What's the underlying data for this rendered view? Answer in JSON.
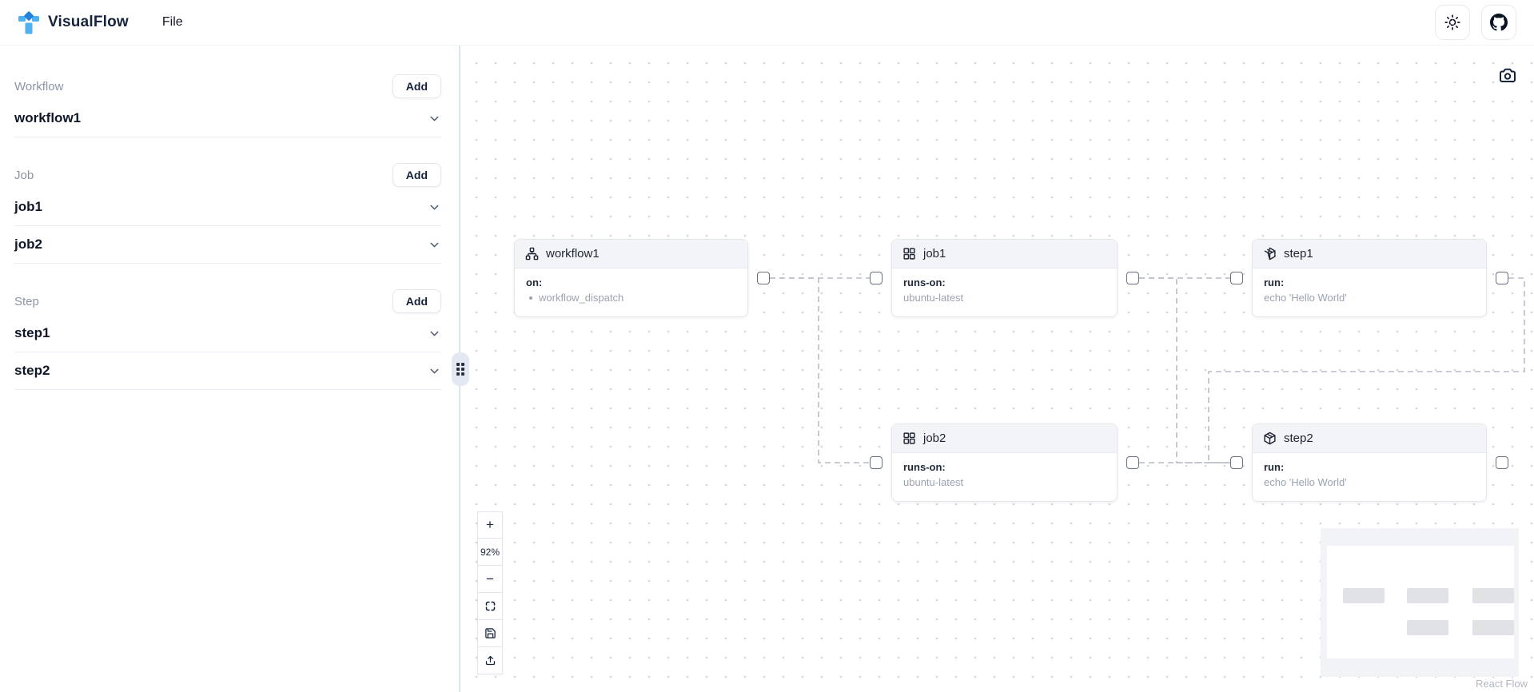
{
  "navbar": {
    "brand": "VisualFlow",
    "file_menu": "File"
  },
  "sidebar": {
    "sections": [
      {
        "label": "Workflow",
        "add_label": "Add",
        "items": [
          {
            "name": "workflow1"
          }
        ]
      },
      {
        "label": "Job",
        "add_label": "Add",
        "items": [
          {
            "name": "job1"
          },
          {
            "name": "job2"
          }
        ]
      },
      {
        "label": "Step",
        "add_label": "Add",
        "items": [
          {
            "name": "step1"
          },
          {
            "name": "step2"
          }
        ]
      }
    ]
  },
  "canvas": {
    "nodes": [
      {
        "id": "workflow1",
        "icon": "workflow-icon",
        "title": "workflow1",
        "field_label": "on:",
        "field_value": "workflow_dispatch"
      },
      {
        "id": "job1",
        "icon": "grid-icon",
        "title": "job1",
        "field_label": "runs-on:",
        "field_value": "ubuntu-latest"
      },
      {
        "id": "step1",
        "icon": "package-icon",
        "title": "step1",
        "field_label": "run:",
        "field_value": "echo 'Hello World'"
      },
      {
        "id": "job2",
        "icon": "grid-icon",
        "title": "job2",
        "field_label": "runs-on:",
        "field_value": "ubuntu-latest"
      },
      {
        "id": "step2",
        "icon": "package-icon",
        "title": "step2",
        "field_label": "run:",
        "field_value": "echo 'Hello World'"
      }
    ],
    "controls": {
      "zoom_in": "+",
      "zoom_level": "92%",
      "zoom_out": "−"
    },
    "attribution": "React Flow"
  },
  "colors": {
    "brand_blue_light": "#4fb0f2",
    "brand_blue_dark": "#2383da",
    "edge_gray": "#b7bcc6",
    "node_header_bg": "#f2f4f7"
  }
}
